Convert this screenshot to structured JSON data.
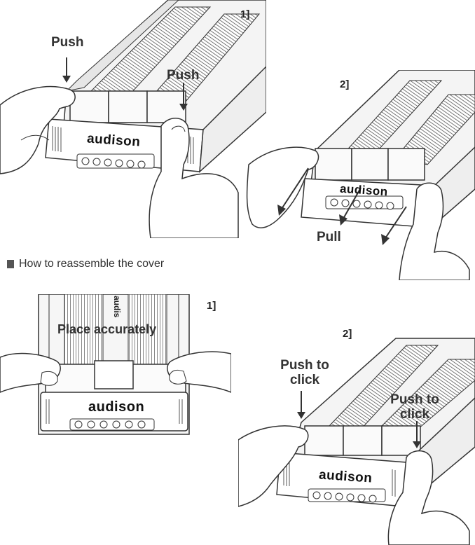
{
  "figure": {
    "section_heading": "How to reassemble the cover",
    "panels": [
      {
        "step": "1]",
        "labels": [
          "Push",
          "Push"
        ],
        "brand": "audison"
      },
      {
        "step": "2]",
        "labels": [
          "Pull"
        ],
        "brand": "audison"
      },
      {
        "step": "1]",
        "labels": [
          "Place accurately"
        ],
        "brand": "audison",
        "brand_top": "audis"
      },
      {
        "step": "2]",
        "labels": [
          "Push to click",
          "Push to click"
        ],
        "brand": "audison"
      }
    ]
  }
}
